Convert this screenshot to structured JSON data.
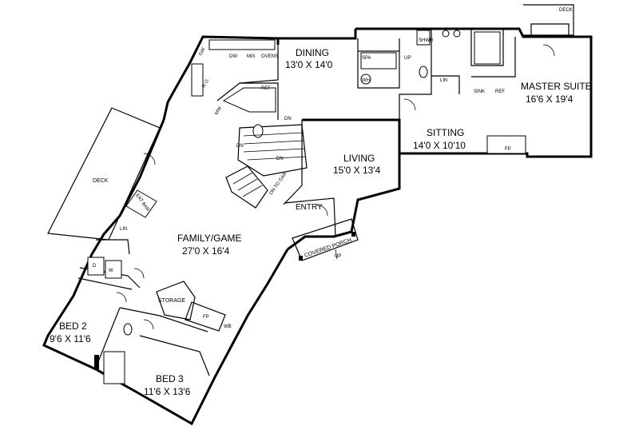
{
  "rooms": {
    "dining": {
      "name": "DINING",
      "size": "13'0 X 14'0"
    },
    "master": {
      "name": "MASTER SUITE",
      "size": "16'6 X 19'4"
    },
    "sitting": {
      "name": "SITTING",
      "size": "14'0 X 10'10"
    },
    "living": {
      "name": "LIVING",
      "size": "15'0 X 13'4"
    },
    "entry": {
      "name": "ENTRY"
    },
    "family": {
      "name": "FAMILY/GAME",
      "size": "27'0 X 16'4"
    },
    "bed2": {
      "name": "BED 2",
      "size": "9'6 X 11'6"
    },
    "bed3": {
      "name": "BED 3",
      "size": "11'6 X 13'6"
    },
    "deck_left": {
      "name": "DECK"
    },
    "deck_top": {
      "name": "DECK"
    },
    "porch": {
      "name": "COVERED PORCH"
    },
    "storage": {
      "name": "STORAGE"
    }
  },
  "labels": {
    "gw": "GW",
    "dw": "DW",
    "mix": "MIX",
    "ovens": "OVENS",
    "ref_kitchen": "REF",
    "ref_master": "REF",
    "sink": "SINK",
    "spa": "SPA",
    "up_spa": "UP",
    "up_porch": "UP",
    "wh": "WH",
    "shwr": "SHWR",
    "lin": "LIN",
    "mw": "MW",
    "fp_master": "FP",
    "fp_family": "FP",
    "wb": "WB",
    "dn_1": "DN",
    "dn_2": "DN",
    "dn_3": "DN",
    "dn_gar": "DN TO GAR",
    "eat_bar": "EAT BAR",
    "lin_hall": "LIN",
    "d": "D",
    "w": "W",
    "r_o": "R O"
  }
}
